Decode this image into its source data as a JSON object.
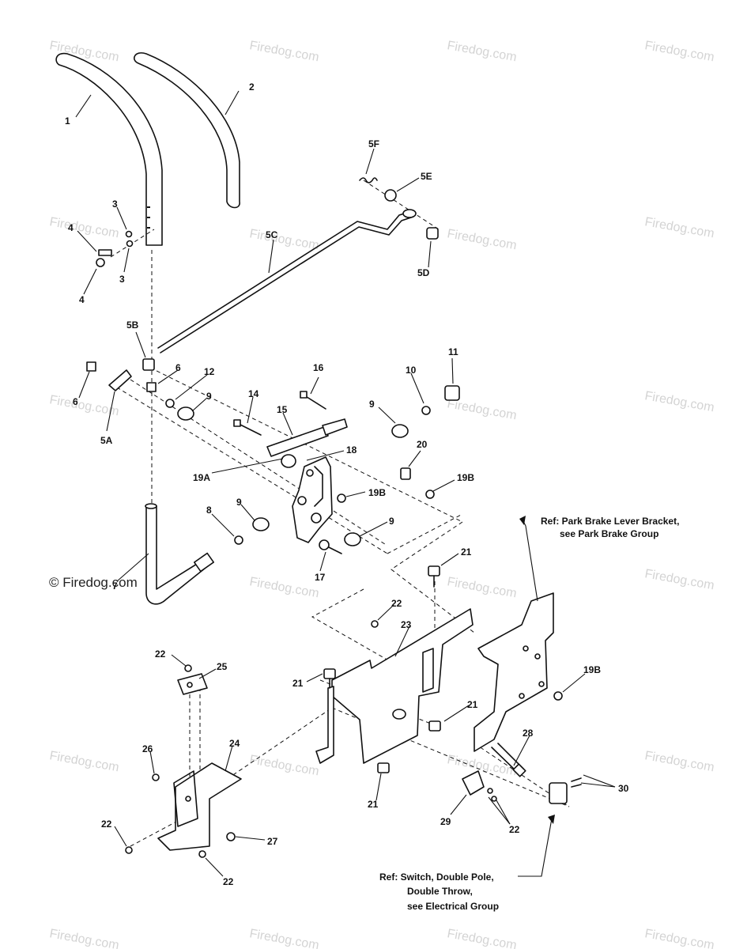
{
  "watermark": "Firedog.com",
  "copyright": "© Firedog.com",
  "part_labels": [
    "1",
    "2",
    "3",
    "3",
    "4",
    "4",
    "5F",
    "5E",
    "5C",
    "5D",
    "5B",
    "6",
    "6",
    "5A",
    "12",
    "9",
    "16",
    "11",
    "10",
    "14",
    "15",
    "9",
    "18",
    "19A",
    "20",
    "19B",
    "19B",
    "8",
    "9",
    "9",
    "7",
    "17",
    "21",
    "22",
    "23",
    "21",
    "21",
    "21",
    "22",
    "25",
    "24",
    "26",
    "22",
    "22",
    "27",
    "28",
    "29",
    "22",
    "30",
    "19B"
  ],
  "references": {
    "park_brake_line1": "Ref: Park Brake Lever  Bracket,",
    "park_brake_line2": "see  Park Brake Group",
    "switch_line1": "Ref: Switch, Double Pole,",
    "switch_line2": "Double Throw,",
    "switch_line3": "see Electrical Group"
  }
}
